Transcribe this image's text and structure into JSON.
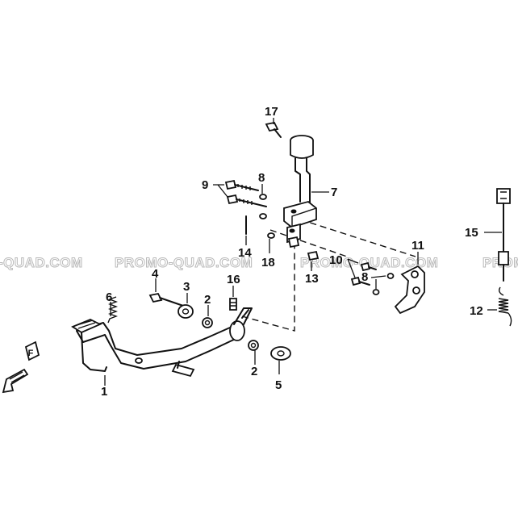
{
  "watermark": {
    "text_left": "-QUAD.COM",
    "text_1": "PROMO-QUAD.COM",
    "text_2": "PROMO-QUAD.COM",
    "text_right": "PROMO"
  },
  "callouts": {
    "c1": "1",
    "c2a": "2",
    "c2b": "2",
    "c3": "3",
    "c4": "4",
    "c5": "5",
    "c6": "6",
    "c7": "7",
    "c8a": "8",
    "c8b": "8",
    "c9": "9",
    "c10": "10",
    "c11": "11",
    "c12": "12",
    "c13": "13",
    "c14": "14",
    "c15": "15",
    "c16": "16",
    "c17": "17",
    "c18": "18"
  },
  "direction_marker": {
    "label": "F"
  }
}
